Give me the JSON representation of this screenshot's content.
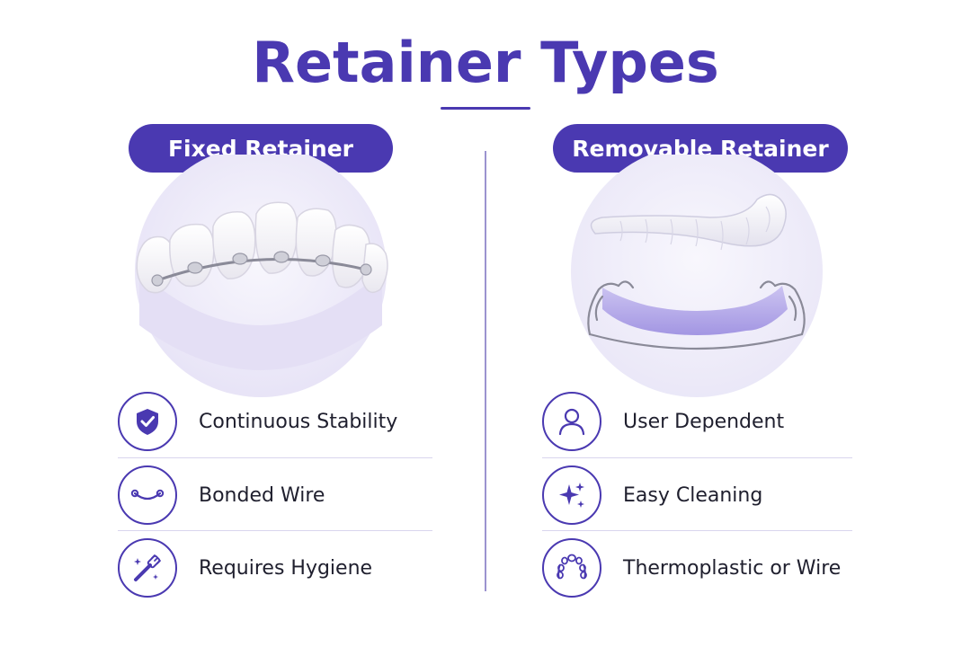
{
  "title": "Retainer Types",
  "left": {
    "heading": "Fixed Retainer",
    "features": [
      {
        "label": "Continuous Stability",
        "icon": "shield-check-icon"
      },
      {
        "label": "Bonded Wire",
        "icon": "wire-icon"
      },
      {
        "label": "Requires Hygiene",
        "icon": "toothbrush-icon"
      }
    ]
  },
  "right": {
    "heading": "Removable Retainer",
    "features": [
      {
        "label": "User Dependent",
        "icon": "user-icon"
      },
      {
        "label": "Easy Cleaning",
        "icon": "sparkle-icon"
      },
      {
        "label": "Thermoplastic or Wire",
        "icon": "dental-arch-icon"
      }
    ]
  },
  "colors": {
    "accent": "#4a39b1",
    "divider": "#9b93cf",
    "illustration_bg": "#ece9f8"
  }
}
